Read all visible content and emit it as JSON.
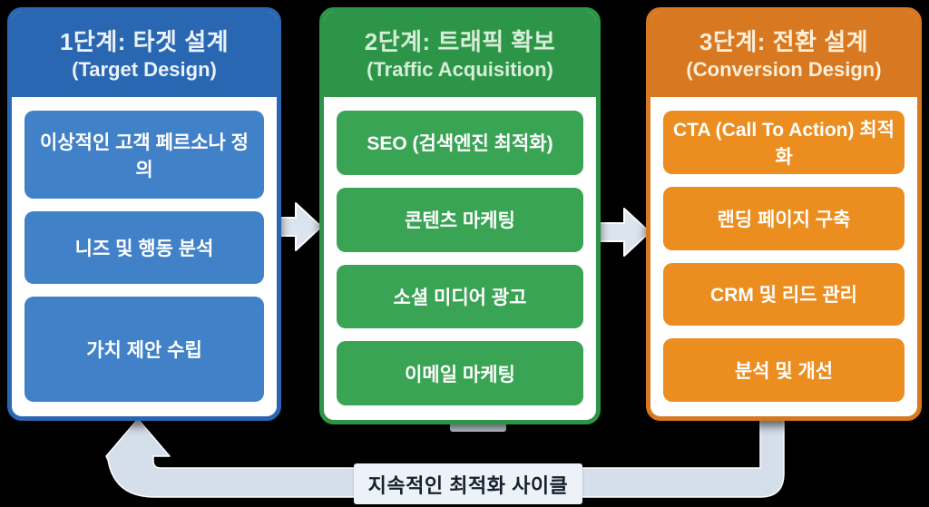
{
  "background_color": "#000000",
  "stages": [
    {
      "title_ko": "1단계: 타겟 설계",
      "title_en": "(Target Design)",
      "header_color": "#2a67b2",
      "header_text_color": "#eaf2fb",
      "item_color": "#4181c8",
      "items": [
        "이상적인 고객 페르소나 정의",
        "니즈 및 행동 분석",
        "가치 제안 수립"
      ]
    },
    {
      "title_ko": "2단계: 트래픽 확보",
      "title_en": "(Traffic Acquisition)",
      "header_color": "#2d9547",
      "header_text_color": "#d6eed8",
      "item_color": "#3aa455",
      "items": [
        "SEO (검색엔진 최적화)",
        "콘텐츠 마케팅",
        "소셜 미디어 광고",
        "이메일 마케팅"
      ]
    },
    {
      "title_ko": "3단계: 전환 설계",
      "title_en": "(Conversion Design)",
      "header_color": "#d87820",
      "header_text_color": "#fdeed7",
      "item_color": "#ec8d1f",
      "items": [
        "CTA (Call To Action) 최적화",
        "랜딩 페이지 구축",
        "CRM 및 리드 관리",
        "분석 및 개선"
      ]
    }
  ],
  "flow": {
    "fill": "#dbe4ef",
    "outline": "#ffffff"
  },
  "cycle": {
    "label": "지속적인 최적화 사이클",
    "arrow_fill": "#d5dfeb",
    "label_bg": "#edf2f8",
    "label_text_color": "#15202e"
  }
}
